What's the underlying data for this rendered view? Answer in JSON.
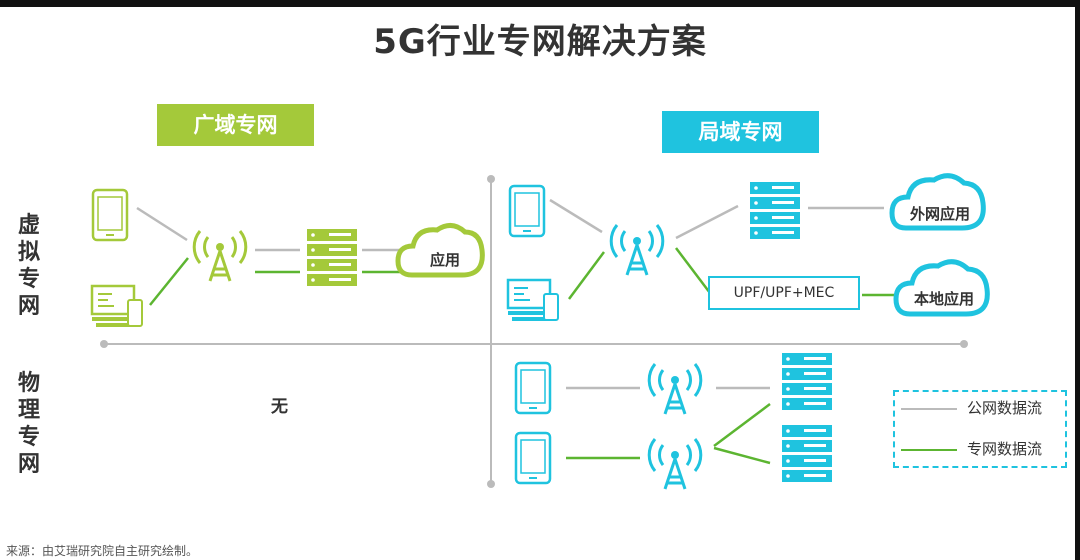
{
  "title": "5G行业专网解决方案",
  "headers": {
    "wan": "广域专网",
    "lan": "局域专网"
  },
  "rows": {
    "virtual": [
      "虚",
      "拟",
      "专",
      "网"
    ],
    "physical": [
      "物",
      "理",
      "专",
      "网"
    ]
  },
  "none_text": "无",
  "clouds": {
    "app": "应用",
    "external_app": "外网应用",
    "local_app": "本地应用"
  },
  "upf_label": "UPF/UPF+MEC",
  "legend": {
    "public_flow": "公网数据流",
    "private_flow": "专网数据流"
  },
  "source": "来源：由艾瑞研究院自主研究绘制。",
  "colors": {
    "green": "#a4c93a",
    "cyan": "#1fc3df",
    "public_line": "#bbbbbb",
    "private_line": "#5cb531"
  }
}
